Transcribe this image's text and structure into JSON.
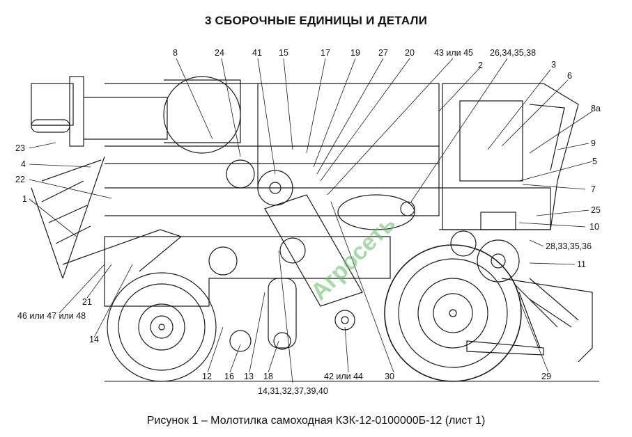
{
  "document": {
    "title": "3 СБОРОЧНЫЕ ЕДИНИЦЫ И ДЕТАЛИ",
    "caption": "Рисунок 1 – Молотилка самоходная КЗК-12-0100000Б-12 (лист 1)",
    "watermark": "Агросеть"
  },
  "callouts": [
    "8",
    "24",
    "41",
    "15",
    "17",
    "19",
    "27",
    "20",
    "43 или 45",
    "26,34,35,38",
    "2",
    "3",
    "6",
    "8а",
    "9",
    "5",
    "7",
    "25",
    "10",
    "28,33,35,36",
    "11",
    "23",
    "4",
    "22",
    "1",
    "21",
    "46 или 47 или 48",
    "14",
    "12",
    "16",
    "13",
    "18",
    "14,31,32,37,39,40",
    "42 или 44",
    "30",
    "29"
  ]
}
